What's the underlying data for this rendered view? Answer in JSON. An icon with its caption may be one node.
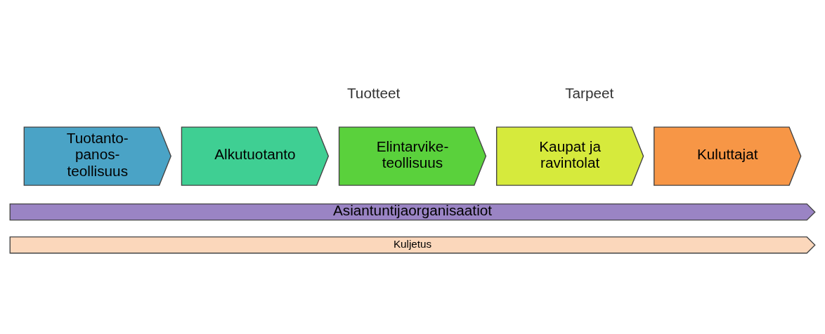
{
  "diagram": {
    "nodes": [
      {
        "text": [
          "Tuotanto- panos- teollisuus"
        ]
      },
      {
        "text": [
          "Alkutuotanto"
        ]
      },
      {
        "text": [
          "Elintarvike- teollisuus"
        ]
      },
      {
        "text": [
          "Kaupat ja ravintolat"
        ]
      },
      {
        "text": [
          "Kuluttajat"
        ]
      },
      {
        "text": [
          "Asiantuntijaorganisaatiot"
        ]
      },
      {
        "text": [
          "Kuljetus"
        ]
      }
    ],
    "edges": [],
    "labels": [
      "Tarpeet",
      "Tuotteet"
    ]
  }
}
